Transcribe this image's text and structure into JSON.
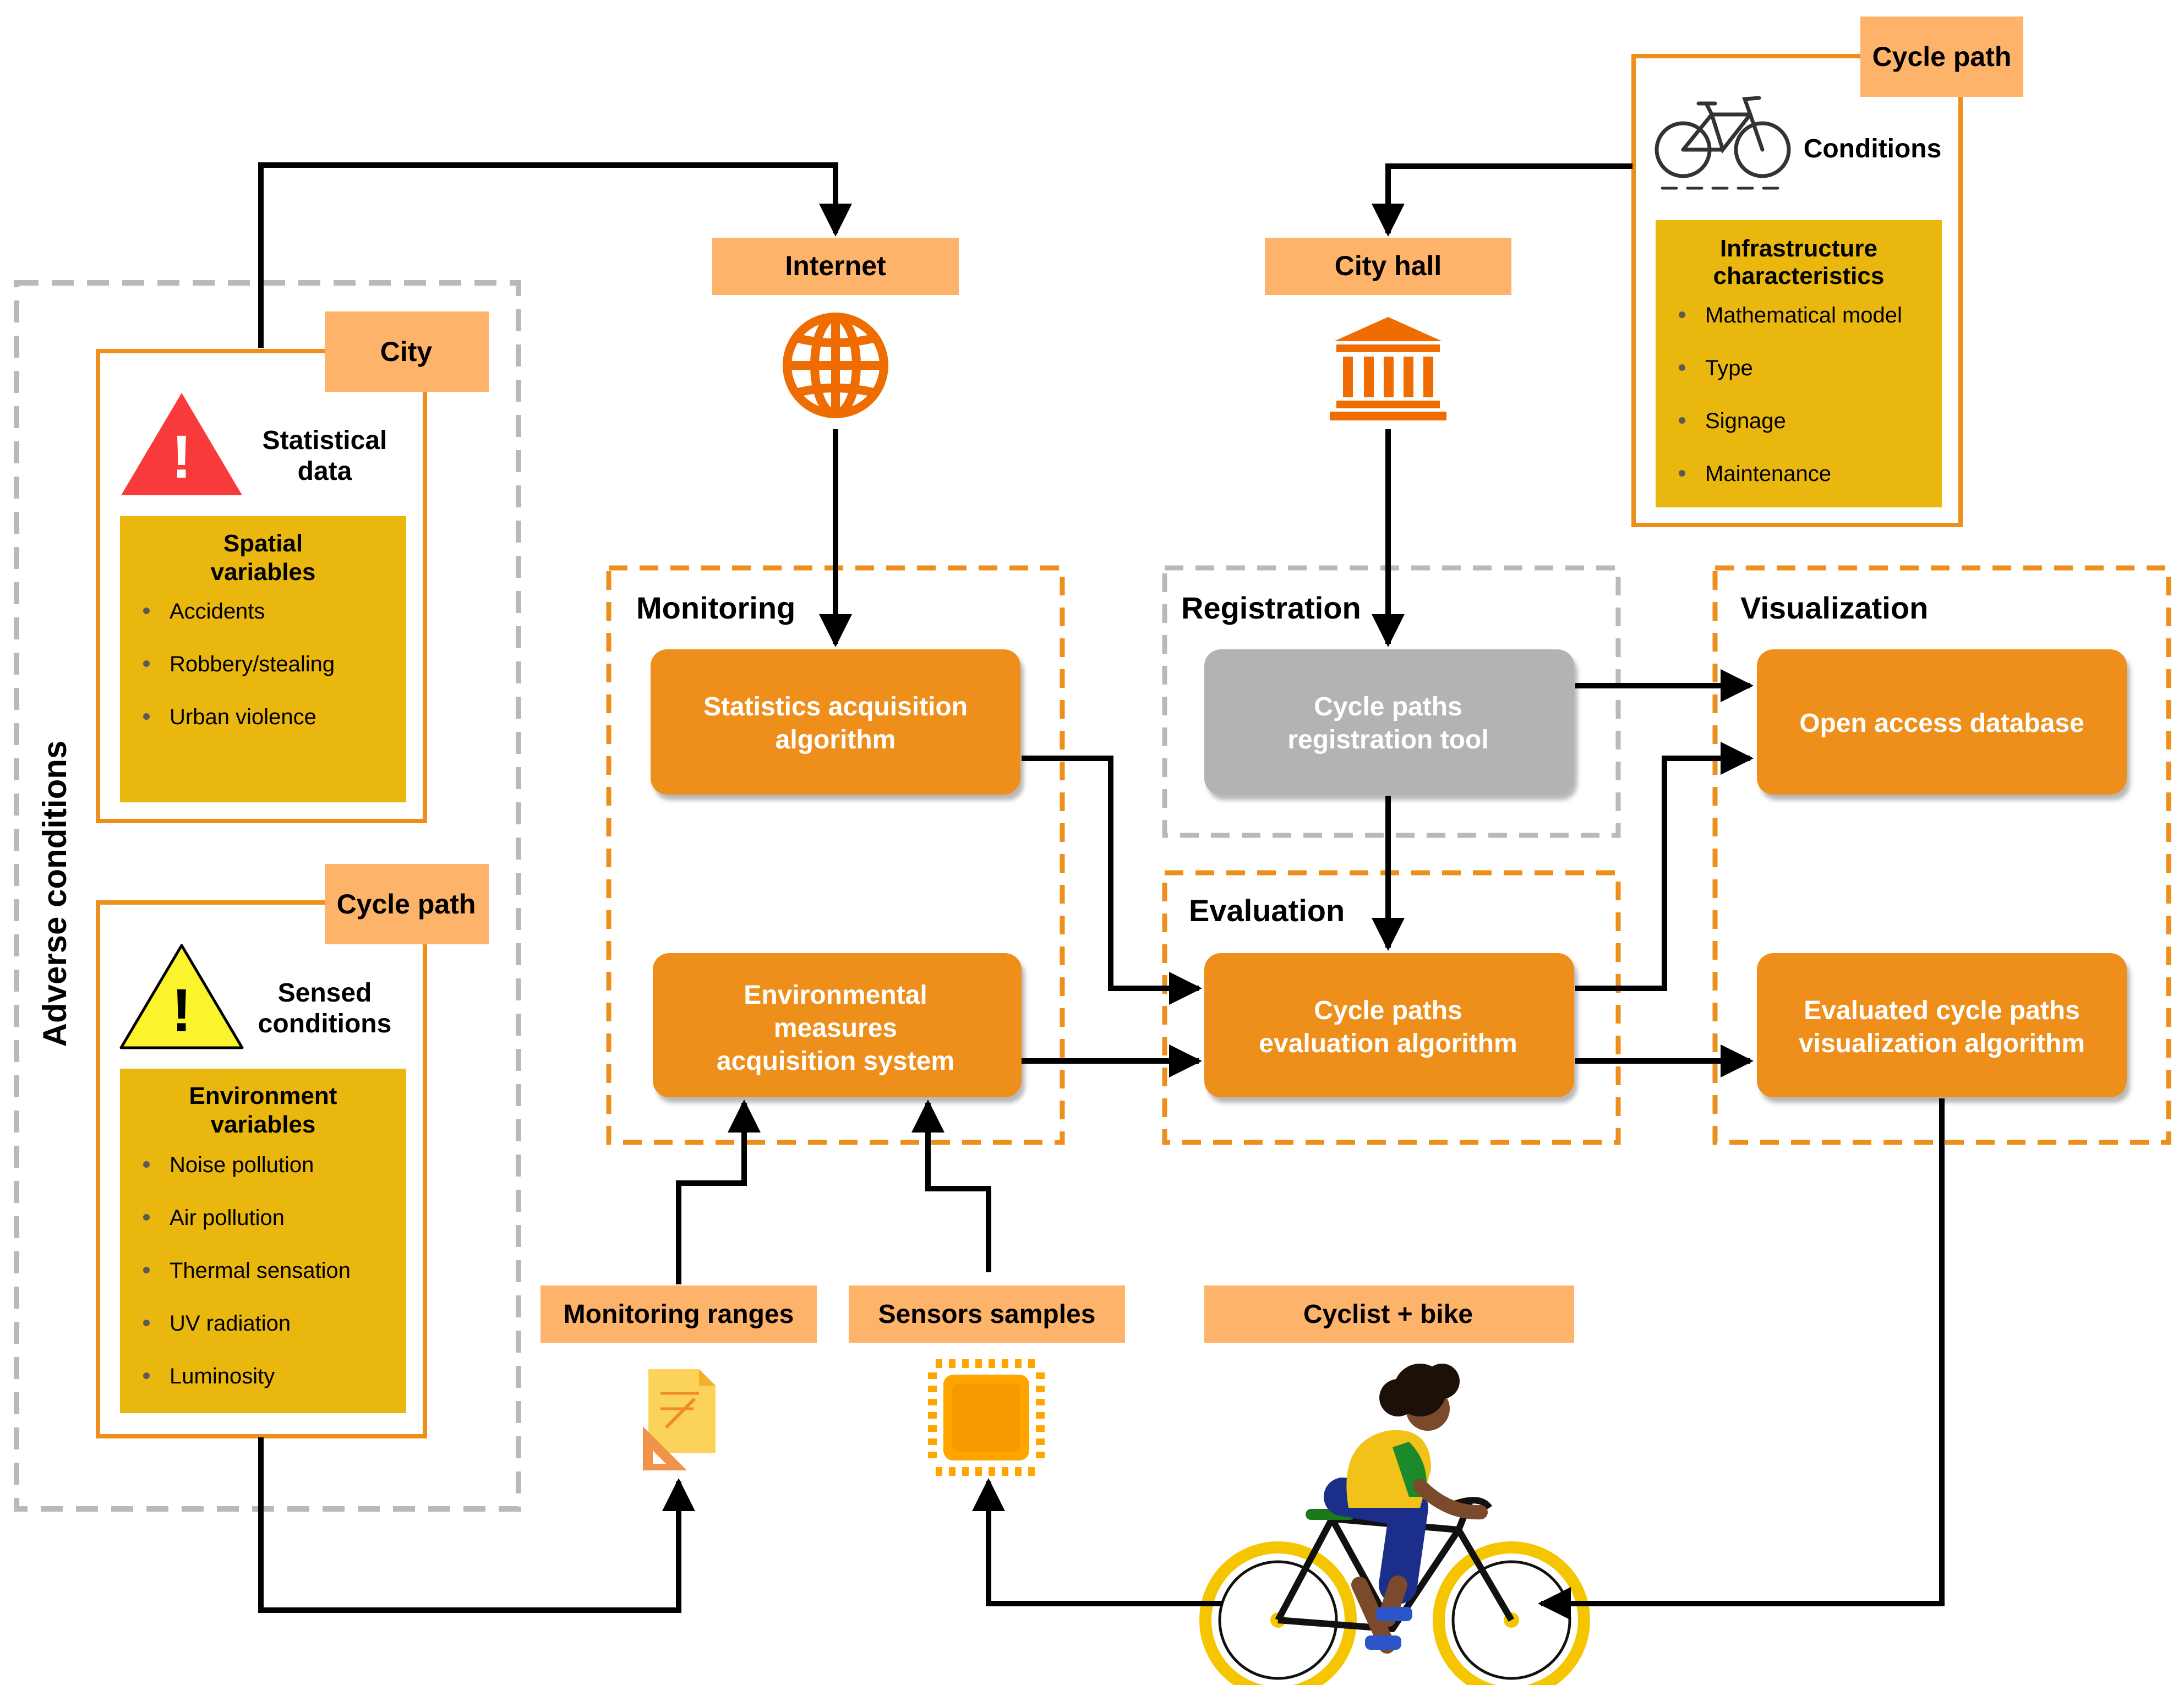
{
  "adverse_conditions": {
    "title": "Adverse conditions",
    "city_card": {
      "tag": "City",
      "heading_line1": "Statistical",
      "heading_line2": "data",
      "box_title_line1": "Spatial",
      "box_title_line2": "variables",
      "items": [
        "Accidents",
        "Robbery/stealing",
        "Urban violence"
      ]
    },
    "path_card": {
      "tag": "Cycle path",
      "heading_line1": "Sensed",
      "heading_line2": "conditions",
      "box_title_line1": "Environment",
      "box_title_line2": "variables",
      "items": [
        "Noise pollution",
        "Air pollution",
        "Thermal sensation",
        "UV radiation",
        "Luminosity"
      ]
    }
  },
  "sources": {
    "internet": "Internet",
    "city_hall": "City hall",
    "monitoring_ranges": "Monitoring ranges",
    "sensors_samples": "Sensors samples",
    "cyclist_bike": "Cyclist + bike"
  },
  "infrastructure_card": {
    "tag": "Cycle path",
    "heading": "Conditions",
    "box_title_line1": "Infrastructure",
    "box_title_line2": "characteristics",
    "items": [
      "Mathematical model",
      "Type",
      "Signage",
      "Maintenance"
    ]
  },
  "groups": {
    "monitoring": "Monitoring",
    "registration": "Registration",
    "evaluation": "Evaluation",
    "visualization": "Visualization"
  },
  "processes": {
    "stats_acq": [
      "Statistics acquisition",
      "algorithm"
    ],
    "env_acq": [
      "Environmental",
      "measures",
      "acquisition system"
    ],
    "registration_tool": [
      "Cycle paths",
      "registration tool"
    ],
    "evaluation_alg": [
      "Cycle paths",
      "evaluation algorithm"
    ],
    "open_db": [
      "Open access database"
    ],
    "visualization_alg": [
      "Evaluated cycle paths",
      "visualization algorithm"
    ]
  },
  "colors": {
    "process_orange": "#ee8f1c",
    "tag_orange": "#fdb36a",
    "mustard": "#eab70f",
    "dashed_orange": "#ee8f1c",
    "dashed_gray": "#b9b9b9",
    "gray_process": "#b3b3b3",
    "warning_red": "#f93a3a",
    "warning_yellow": "#fbf32c",
    "icon_orange": "#ef6c00"
  },
  "icons": [
    "warning-red-icon",
    "warning-yellow-icon",
    "globe-icon",
    "city-hall-icon",
    "bicycle-icon",
    "ruler-document-icon",
    "chip-icon",
    "cyclist-illustration"
  ]
}
